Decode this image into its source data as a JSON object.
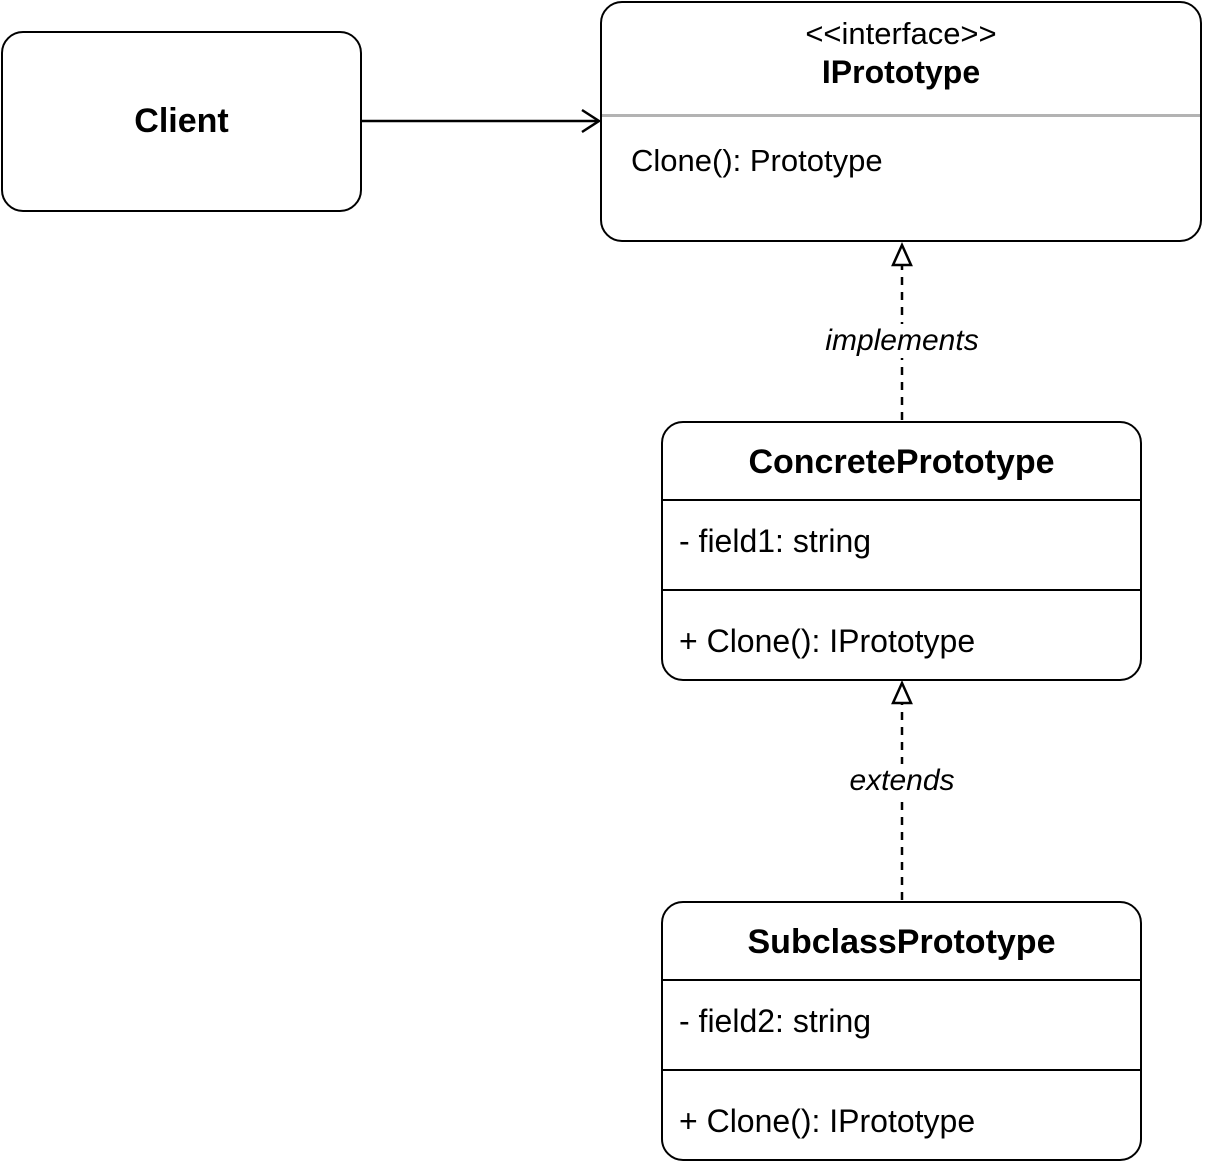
{
  "client": {
    "title": "Client"
  },
  "interface": {
    "stereotype": "<<interface>>",
    "name": "IPrototype",
    "methods": [
      "Clone(): Prototype"
    ]
  },
  "concrete": {
    "name": "ConcretePrototype",
    "field": "- field1: string",
    "method": "+ Clone(): IPrototype"
  },
  "subclass": {
    "name": "SubclassPrototype",
    "field": "- field2: string",
    "method": "+ Clone(): IPrototype"
  },
  "edges": {
    "implements_label": "implements",
    "extends_label": "extends"
  },
  "colors": {
    "stroke": "#000000",
    "separator": "#b3b3b3",
    "background": "#ffffff"
  }
}
